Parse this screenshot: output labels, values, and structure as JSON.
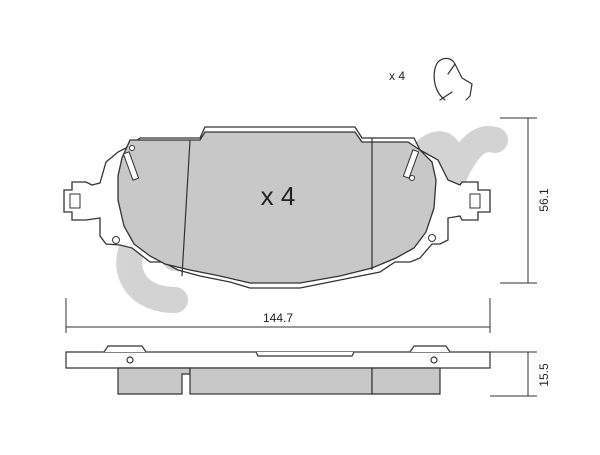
{
  "labels": {
    "clip_quantity": "x 4",
    "pad_quantity": "x 4",
    "width_dimension": "144.7",
    "height_dimension": "56.1",
    "thickness_dimension": "15.5"
  },
  "watermark": {
    "text": "cifam"
  },
  "colors": {
    "pad_fill": "#c8c8c8",
    "backplate_fill": "#ffffff",
    "line": "#333333",
    "watermark": "#cfcfcf"
  }
}
